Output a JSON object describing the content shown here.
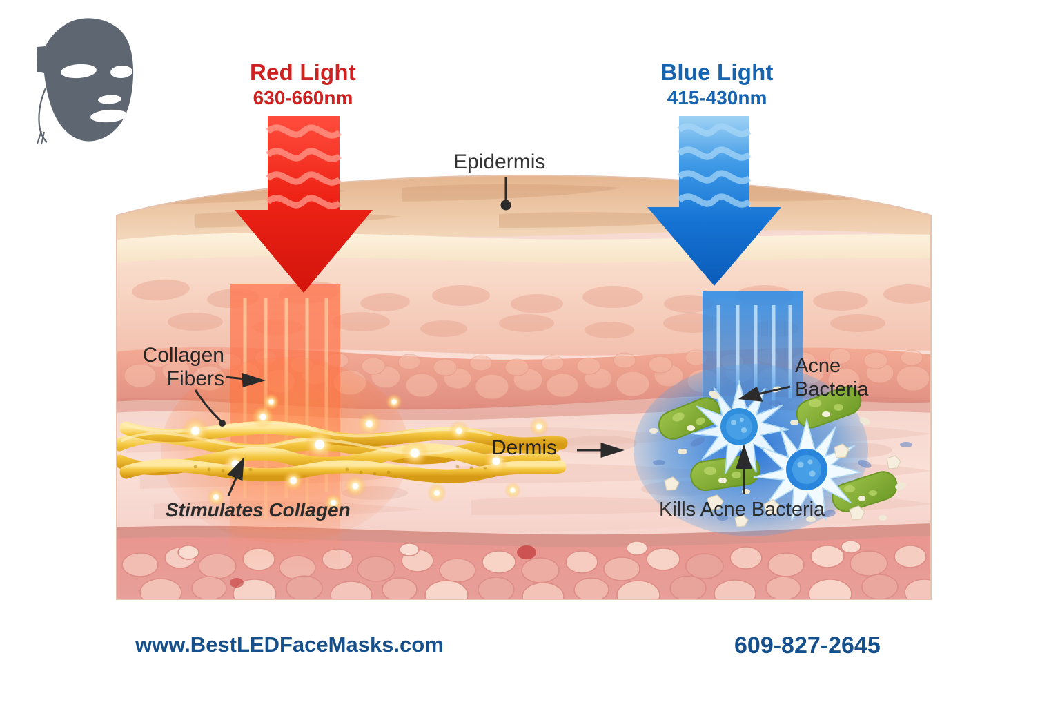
{
  "logo": {
    "name": "led-face-mask-silhouette",
    "color": "#5e6672"
  },
  "headings": {
    "red": {
      "title": "Red Light",
      "wavelength": "630-660nm",
      "color": "#cc2222"
    },
    "blue": {
      "title": "Blue Light",
      "wavelength": "415-430nm",
      "color": "#1763ae"
    }
  },
  "labels": {
    "epidermis": "Epidermis",
    "dermis": "Dermis",
    "collagen_fibers": "Collagen\nFibers",
    "acne_bacteria": "Acne\nBacteria",
    "stimulates_collagen": "Stimulates Collagen",
    "kills_acne_bacteria": "Kills Acne Bacteria"
  },
  "footer": {
    "website": "www.BestLEDFaceMasks.com",
    "phone": "609-827-2645",
    "color": "#16508c"
  },
  "palette": {
    "epidermis_top": "#e8bb94",
    "epidermis_mid": "#f2d5b6",
    "cream_band": "#fbeed7",
    "papillary": "#f6cfc2",
    "cell_band": "#f0a694",
    "dermis": "#f4d5cd",
    "fat_layer": "#eea9a4",
    "collagen_gold": "#f0c040",
    "bacteria_green": "#86b13a",
    "burst_blue": "#2f8ede",
    "red_arrow": "#e8251c",
    "blue_arrow": "#0d6fd1"
  }
}
